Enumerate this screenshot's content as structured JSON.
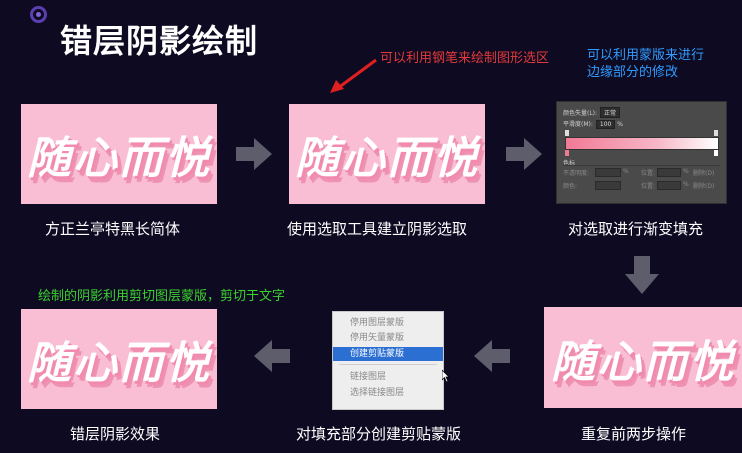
{
  "header": {
    "title": "错层阴影绘制"
  },
  "annotations": {
    "pen_note": "可以利用钢笔来绘制图形选区",
    "mask_note_line1": "可以利用蒙版来进行",
    "mask_note_line2": "边缘部分的修改",
    "clip_note": "绘制的阴影利用剪切图层蒙版，剪切于文字"
  },
  "panels": {
    "text": "随心而悦"
  },
  "captions": {
    "step1": "方正兰亭特黑长简体",
    "step2": "使用选取工具建立阴影选取",
    "step3": "对选取进行渐变填充",
    "step4": "重复前两步操作",
    "step5": "对填充部分创建剪贴蒙版",
    "step6": "错层阴影效果"
  },
  "gradient_dialog": {
    "mode_label": "颜色失量(L):",
    "mode_value": "正常",
    "opacity_label": "平滑度(M):",
    "opacity_value": "100",
    "opacity_unit": "%",
    "section_label": "色标",
    "stop_opacity_label": "不透明度:",
    "stop_color_label": "颜色:",
    "location_label": "位置:",
    "delete_label": "删除(D)",
    "pct": "%"
  },
  "context_menu": {
    "items": [
      "停用图层蒙版",
      "停用矢量蒙版",
      "创建剪贴蒙版",
      "链接图层",
      "选择链接图层"
    ],
    "selected_index": 2
  },
  "colors": {
    "background": "#0e0a22",
    "panel_pink": "#f9bed3",
    "arrow_gray": "#5d5d6b",
    "annotation_red": "#e23a3a",
    "annotation_blue": "#2f9bff",
    "annotation_green": "#3bd12e",
    "menu_highlight": "#2a6fd1"
  }
}
